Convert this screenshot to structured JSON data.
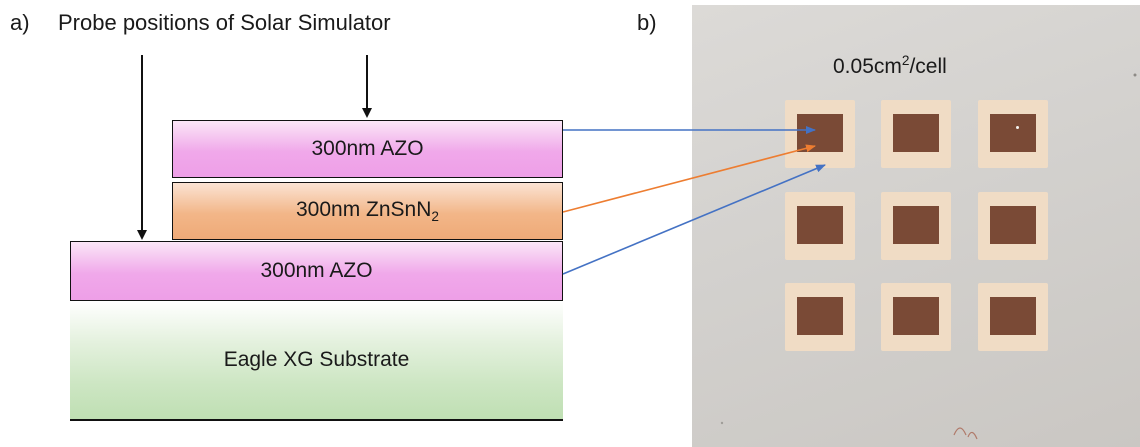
{
  "panel_a": {
    "label": "a)",
    "title": "Probe positions of Solar Simulator",
    "layers": {
      "azo_top": "300nm AZO",
      "znsnn2_text": "300nm ZnSnN",
      "znsnn2_sub": "2",
      "azo_bottom": "300nm AZO",
      "substrate": "Eagle XG Substrate"
    }
  },
  "panel_b": {
    "label": "b)",
    "cell_area_value": "0.05cm",
    "cell_area_sup": "2",
    "cell_area_unit": "/cell"
  },
  "colors": {
    "arrow_blue": "#4472c4",
    "arrow_orange": "#ed7d31",
    "azo": "#ee9fe7",
    "znsnn2": "#efaa78",
    "substrate": "#bfdfb3",
    "pad": "#f0dcc5",
    "cell": "#7a4a36"
  }
}
